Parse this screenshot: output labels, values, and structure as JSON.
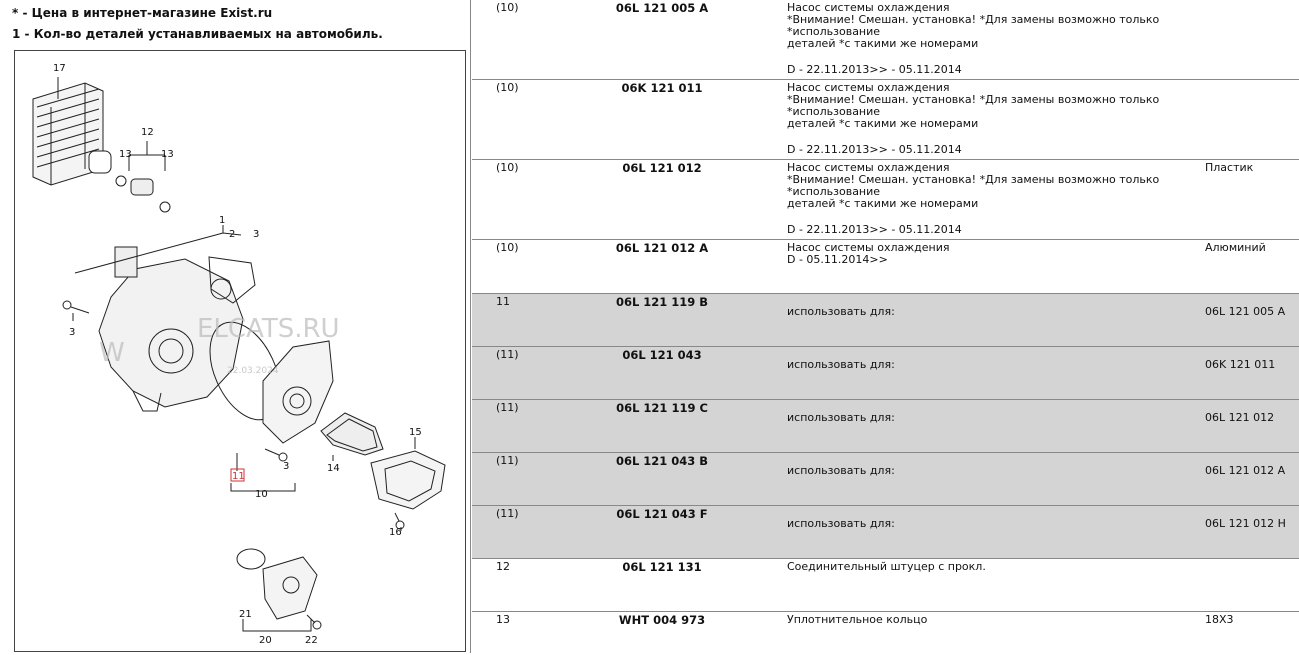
{
  "legend": [
    {
      "marker": "*",
      "text": "- Цена в интернет-магазине Exist.ru"
    },
    {
      "marker": "1",
      "text": "- Кол-во деталей устанавливаемых на автомобиль."
    }
  ],
  "diagram": {
    "watermark": "ELCATS.RU",
    "watermark_prefix": "W",
    "watermark_date": "22.03.2024",
    "highlighted_callout": "11",
    "callouts": [
      "17",
      "12",
      "13",
      "13",
      "1",
      "2",
      "3",
      "3",
      "3",
      "11",
      "10",
      "14",
      "15",
      "16",
      "21",
      "20",
      "22"
    ]
  },
  "rows": [
    {
      "pos": "(10)",
      "number": "06L 121 005 A",
      "desc": [
        "Насос системы охлаждения",
        "*Внимание! Смешан. установка! *Для замены возможно только *использование",
        "деталей *с такими же номерами"
      ],
      "period": "D - 22.11.2013>> - 05.11.2014",
      "note": "",
      "shaded": false
    },
    {
      "pos": "(10)",
      "number": "06K 121 011",
      "desc": [
        "Насос системы охлаждения",
        "*Внимание! Смешан. установка! *Для замены возможно только *использование",
        "деталей *с такими же номерами"
      ],
      "period": "D - 22.11.2013>> - 05.11.2014",
      "note": "",
      "shaded": false
    },
    {
      "pos": "(10)",
      "number": "06L 121 012",
      "desc": [
        "Насос системы охлаждения",
        "*Внимание! Смешан. установка! *Для замены возможно только *использование",
        "деталей *с такими же номерами"
      ],
      "period": "D - 22.11.2013>> - 05.11.2014",
      "note": "Пластик",
      "shaded": false
    },
    {
      "pos": "(10)",
      "number": "06L 121 012 A",
      "desc": [
        "Насос системы охлаждения",
        "D - 05.11.2014>>"
      ],
      "period": "",
      "note": "Алюминий",
      "shaded": false
    },
    {
      "pos": "11",
      "number": "06L 121 119 B",
      "use_label": "использовать для:",
      "use_value": "06L 121 005 A",
      "shaded": true
    },
    {
      "pos": "(11)",
      "number": "06L 121 043",
      "use_label": "использовать для:",
      "use_value": "06K 121 011",
      "shaded": true
    },
    {
      "pos": "(11)",
      "number": "06L 121 119 C",
      "use_label": "использовать для:",
      "use_value": "06L 121 012",
      "shaded": true
    },
    {
      "pos": "(11)",
      "number": "06L 121 043 B",
      "use_label": "использовать для:",
      "use_value": "06L 121 012 A",
      "shaded": true
    },
    {
      "pos": "(11)",
      "number": "06L 121 043 F",
      "use_label": "использовать для:",
      "use_value": "06L 121 012 H",
      "shaded": true
    },
    {
      "pos": "12",
      "number": "06L 121 131",
      "desc": [
        "Соединительный штуцер с прокл."
      ],
      "period": "",
      "note": "",
      "shaded": false
    },
    {
      "pos": "13",
      "number": "WHT 004 973",
      "desc": [
        "Уплотнительное кольцо"
      ],
      "period": "",
      "note": "18X3",
      "shaded": false
    }
  ]
}
